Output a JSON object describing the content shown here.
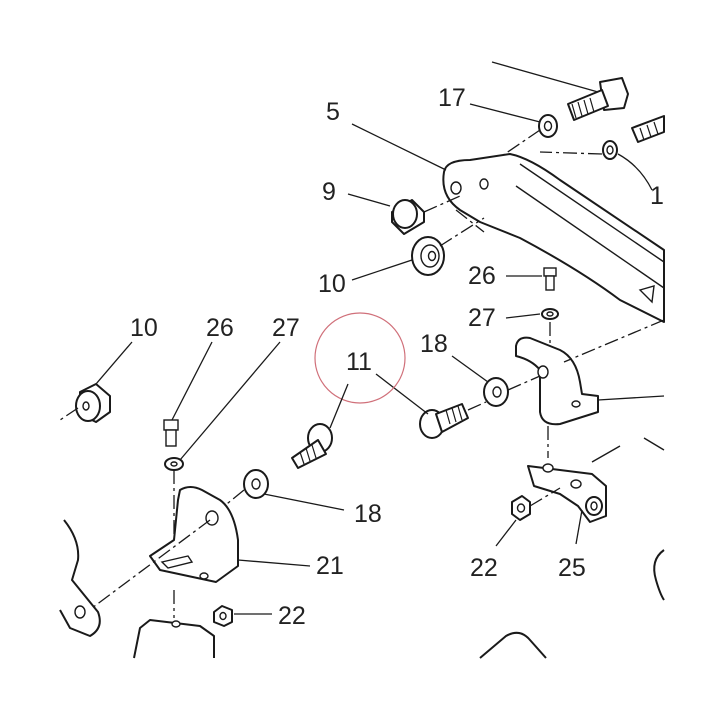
{
  "highlight_color": "#d0707a",
  "line_color": "#1a1a1a",
  "callouts": {
    "c17": "17",
    "c5": "5",
    "c9": "9",
    "c10_top": "10",
    "c1_cut": "1",
    "c26_right": "26",
    "c27_right": "27",
    "c10_left": "10",
    "c26_left": "26",
    "c27_left": "27",
    "c11": "11",
    "c18_right": "18",
    "c18_left": "18",
    "c21": "21",
    "c22_left": "22",
    "c22_right": "22",
    "c25": "25"
  }
}
